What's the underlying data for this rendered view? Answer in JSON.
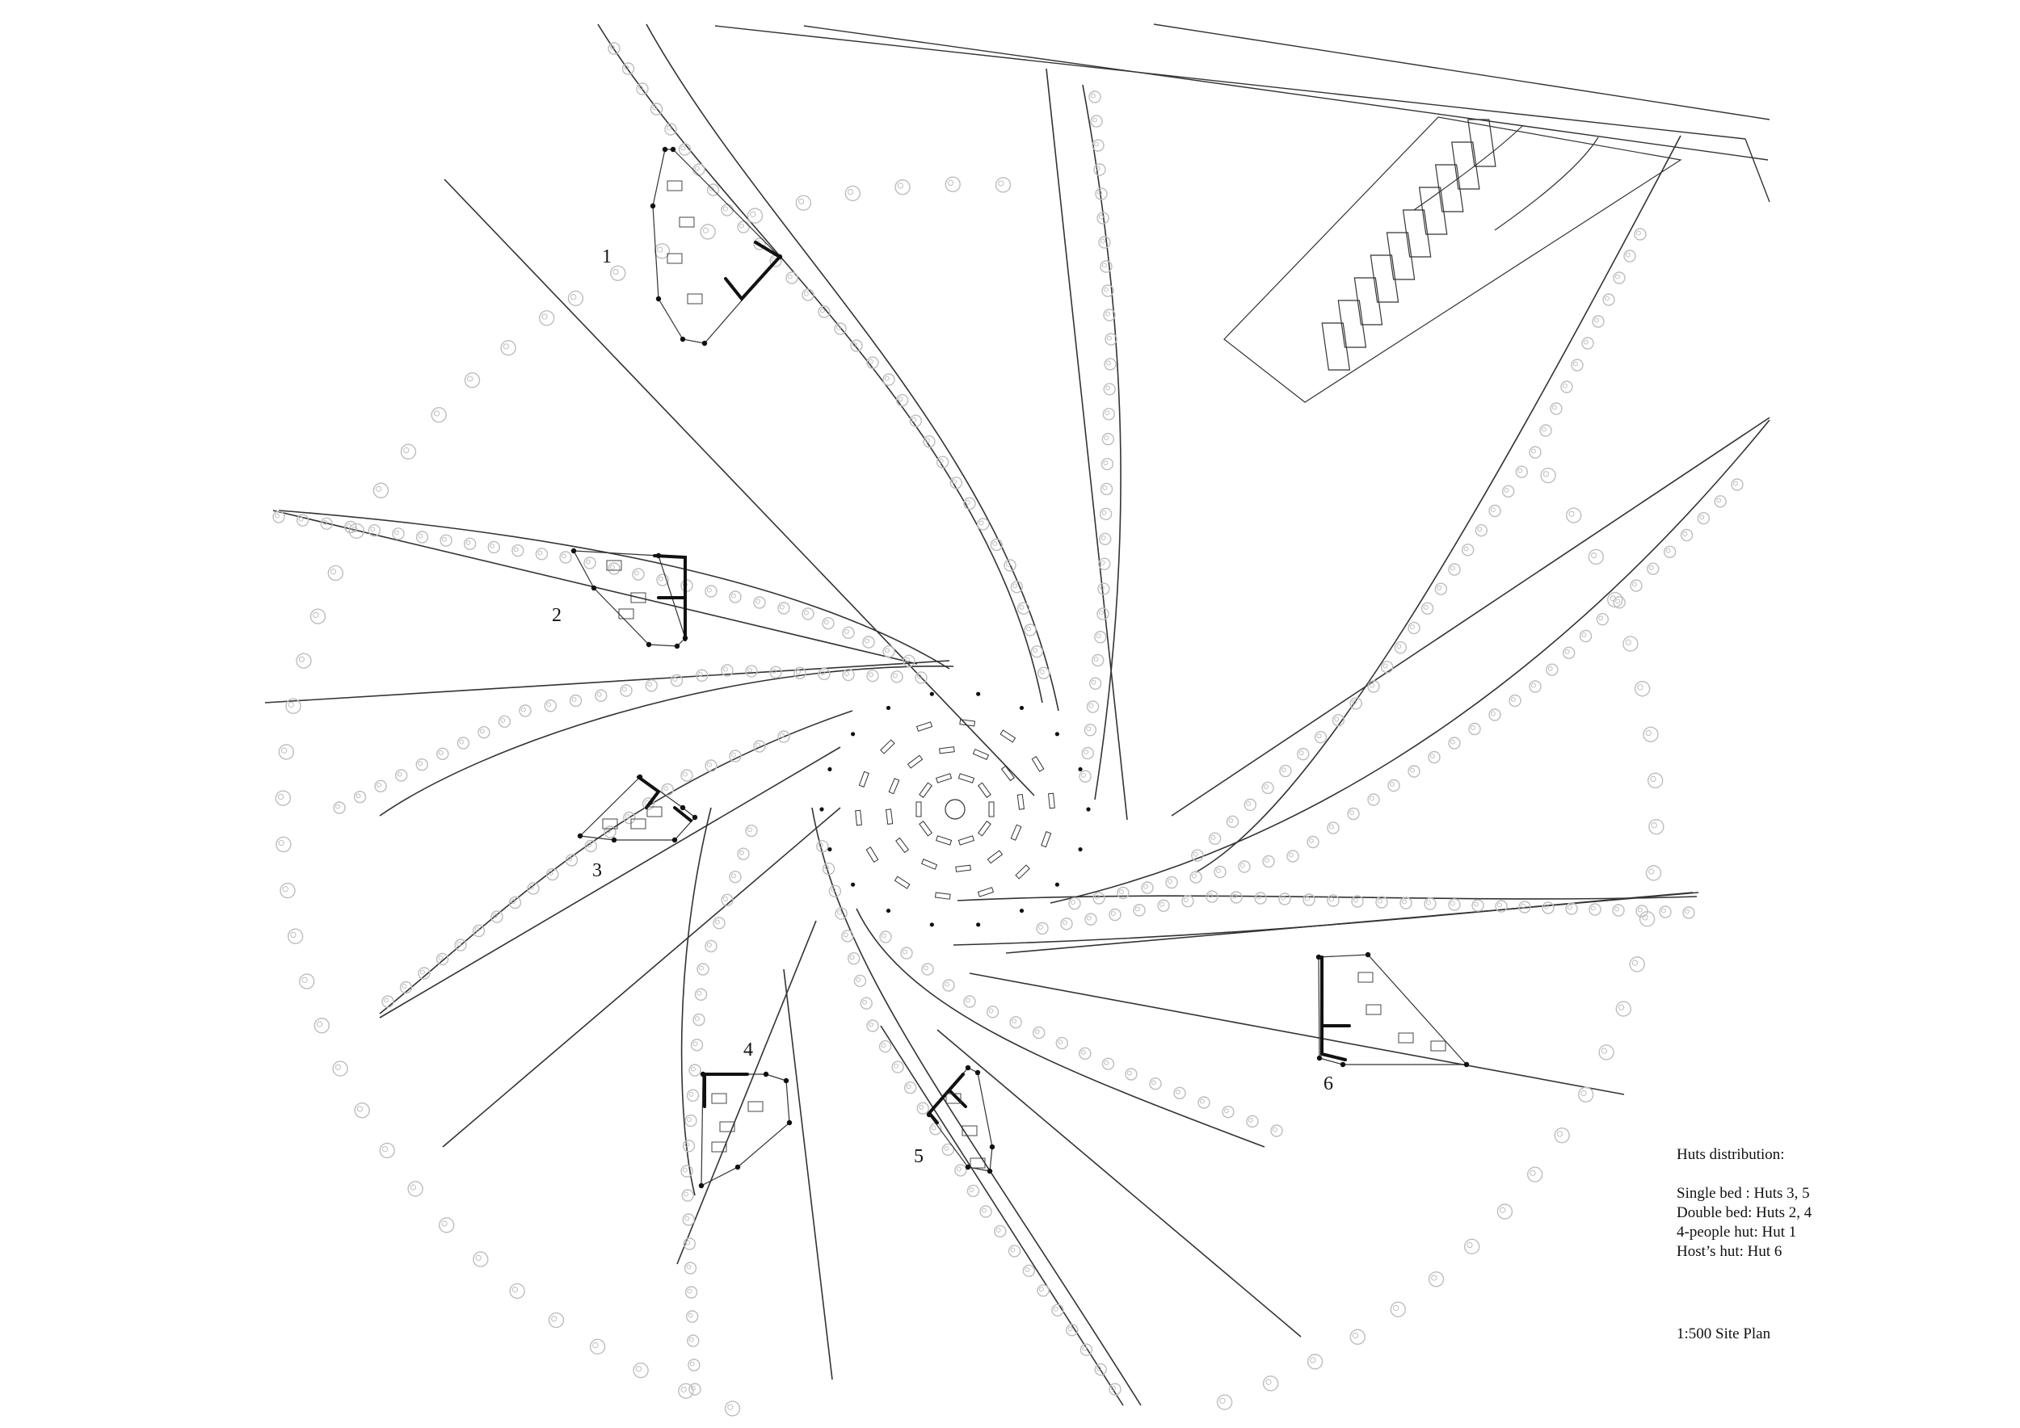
{
  "site_plan": {
    "huts": [
      {
        "number": "1"
      },
      {
        "number": "2"
      },
      {
        "number": "3"
      },
      {
        "number": "4"
      },
      {
        "number": "5"
      },
      {
        "number": "6"
      }
    ],
    "legend": {
      "title": "Huts distribution:",
      "rows": [
        "Single bed :  Huts 3, 5",
        "Double bed: Huts 2, 4",
        "4-people hut: Hut 1",
        "Host’s hut: Hut 6"
      ]
    },
    "scale": "1:500 Site Plan",
    "colors": {
      "line": "#333333",
      "tree": "#bdbdbd",
      "wall": "#111111"
    }
  }
}
